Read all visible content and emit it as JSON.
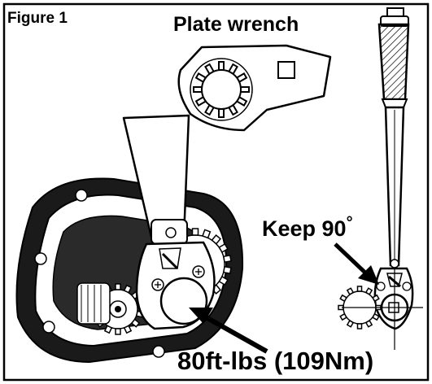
{
  "figure_label": "Figure 1",
  "plate_wrench_label": "Plate wrench",
  "angle_label": "Keep 90",
  "angle_unit": "°",
  "torque_label": "80ft-lbs (109Nm)"
}
